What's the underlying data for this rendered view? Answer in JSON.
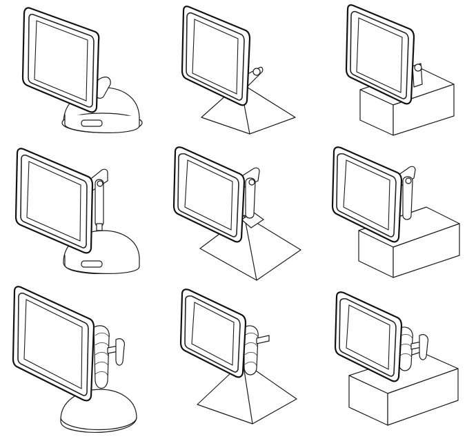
{
  "sheet": {
    "columns": [
      "dome-base",
      "pyramid-base",
      "box-base"
    ],
    "rows": [
      "compact-neck",
      "articulated-arm",
      "coiled-neck"
    ],
    "colors": {
      "line": "#1a1a1a",
      "background": "#ffffff"
    }
  }
}
